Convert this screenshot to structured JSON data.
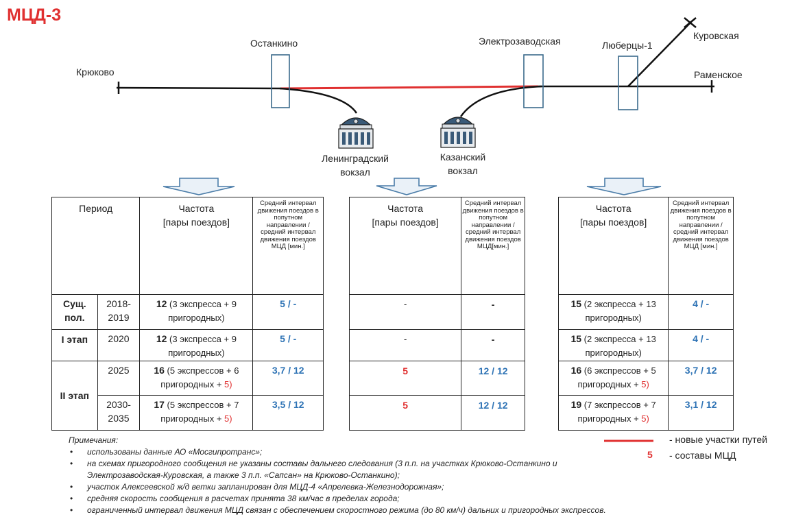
{
  "title": "МЦД-3",
  "stations": {
    "kryukovo": "Крюково",
    "ostankino": "Останкино",
    "elektrozavodskaya": "Электрозаводская",
    "lyubertsy": "Люберцы-1",
    "kurovskaya": "Куровская",
    "ramenskoe": "Раменское"
  },
  "terminals": {
    "leningradsky_l1": "Ленинградский",
    "leningradsky_l2": "вокзал",
    "kazansky_l1": "Казанский",
    "kazansky_l2": "вокзал"
  },
  "colors": {
    "new_track": "#e03030",
    "mcd_numbers": "#e03030",
    "interval": "#2e73b5"
  },
  "tables": {
    "headers": {
      "period": "Период",
      "frequency_l1": "Частота",
      "frequency_l2": "[пары поездов]",
      "interval": "Средний интервал движения поездов в попутном направлении / средний интервал движения поездов МЦД [мин.]",
      "interval_mid": "Средний интервал движения поездов в попутном направлении / средний интервал движения поездов МЦД[мин.]"
    },
    "rows": [
      {
        "stage": "Сущ. пол.",
        "years": "2018-2019"
      },
      {
        "stage": "I этап",
        "years": "2020"
      },
      {
        "stage": "II этап",
        "years": "2025"
      },
      {
        "stage": "",
        "years": "2030-2035"
      }
    ],
    "left": [
      {
        "n": "12",
        "t1": " (3 экспресса + 9",
        "t2": "пригородных)",
        "mcd": "",
        "interval": "5 / -"
      },
      {
        "n": "12",
        "t1": " (3 экспресса + 9",
        "t2": "пригородных)",
        "mcd": "",
        "interval": "5 / -"
      },
      {
        "n": "16",
        "t1": " (5 экспрессов + 6",
        "t2": "пригородных + ",
        "mcd": "5",
        "close": ")",
        "interval": "3,7 / 12"
      },
      {
        "n": "17",
        "t1": " (5 экспрессов + 7",
        "t2": "пригородных + ",
        "mcd": "5",
        "close": ")",
        "interval": "3,5 / 12"
      }
    ],
    "middle": [
      {
        "freq": "-",
        "interval": "-"
      },
      {
        "freq": "-",
        "interval": "-"
      },
      {
        "freq": "5",
        "interval": "12 / 12"
      },
      {
        "freq": "5",
        "interval": "12 / 12"
      }
    ],
    "right": [
      {
        "n": "15",
        "t1": " (2 экспресса + 13",
        "t2": "пригородных)",
        "mcd": "",
        "interval": "4 / -"
      },
      {
        "n": "15",
        "t1": " (2 экспресса + 13",
        "t2": "пригородных)",
        "mcd": "",
        "interval": "4 / -"
      },
      {
        "n": "16",
        "t1": " (6 экспрессов + 5",
        "t2": "пригородных + ",
        "mcd": "5",
        "close": ")",
        "interval": "3,7 / 12"
      },
      {
        "n": "19",
        "t1": " (7 экспрессов + 7",
        "t2": "пригородных + ",
        "mcd": "5",
        "close": ")",
        "interval": "3,1 / 12"
      }
    ]
  },
  "notes": {
    "heading": "Примечания:",
    "items": [
      "использованы данные АО «Мосгипротранс»;",
      "на схемах пригородного сообщения не указаны составы дальнего следования (3 п.п. на участках Крюково-Останкино и Электрозаводская-Куровская, а также 3 п.п. «Сапсан» на Крюково-Останкино);",
      "участок Алексеевской ж/д ветки запланирован для МЦД-4 «Апрелевка-Железнодорожная»;",
      "средняя скорость сообщения в расчетах принята 38 км/час в пределах города;",
      "ограниченный интервал движения МЦД связан с обеспечением скоростного режима (до 80 км/ч) дальних и пригородных экспрессов."
    ]
  },
  "legend": {
    "new_tracks": "- новые участки путей",
    "mcd_sample": "5",
    "mcd_trains": "- составы МЦД"
  }
}
